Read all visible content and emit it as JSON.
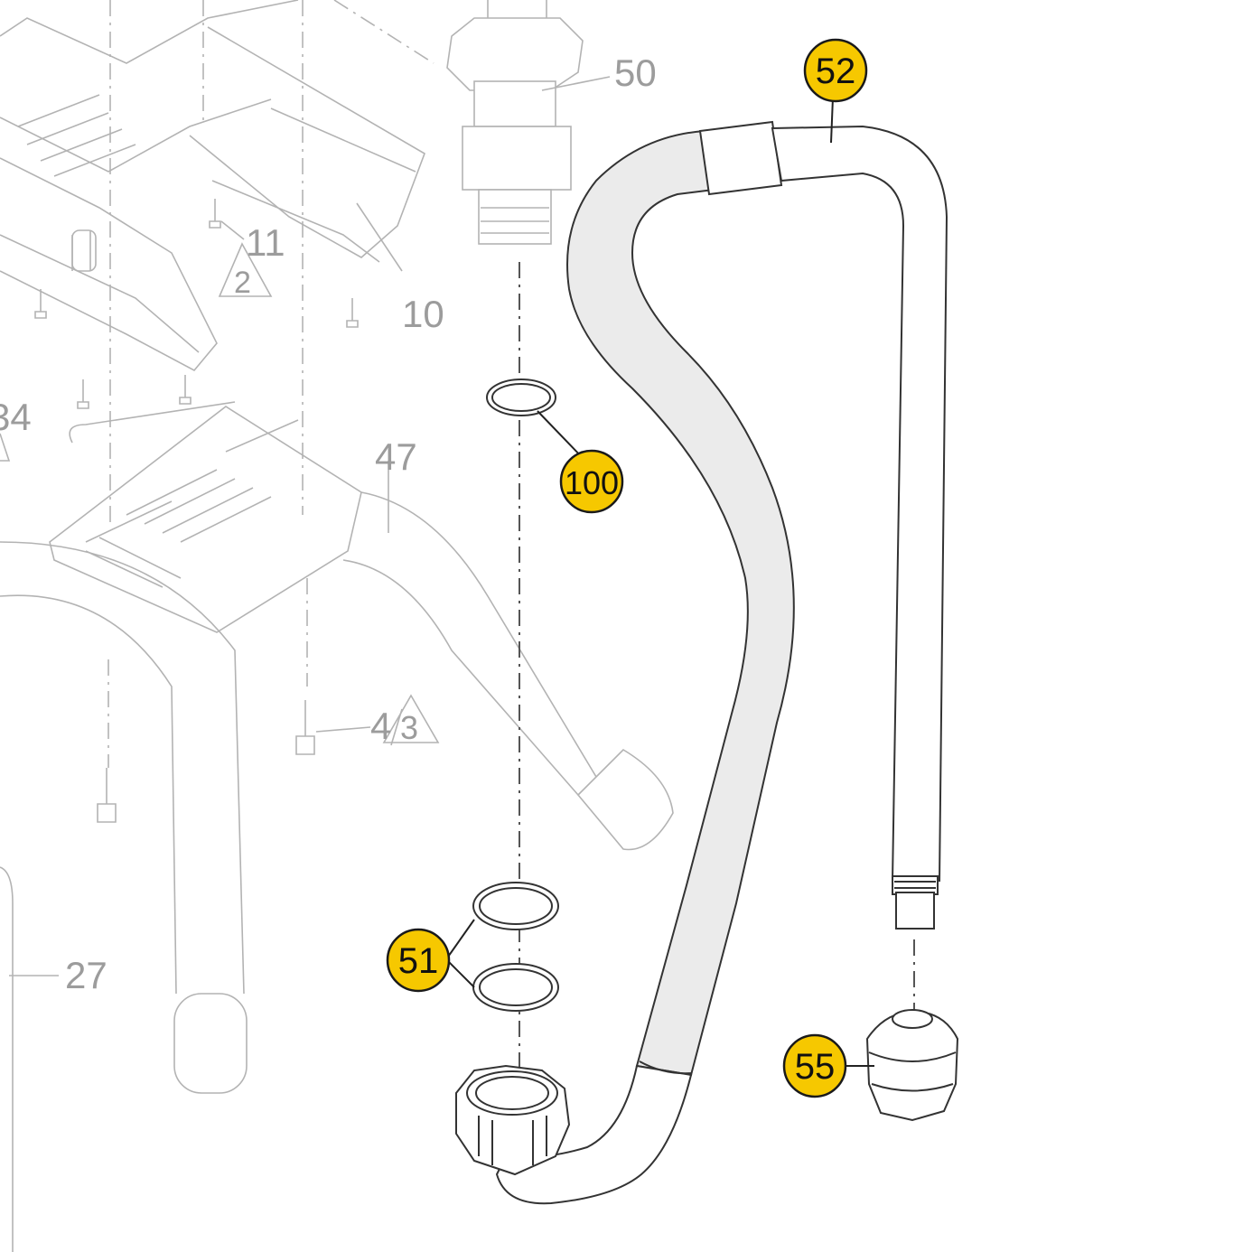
{
  "diagram": {
    "accent_color": "#f6c800",
    "background_labels": {
      "p50": "50",
      "p11": "11",
      "p2": "2",
      "p10": "10",
      "p34": "34",
      "p47": "47",
      "p4": "4",
      "p3": "3",
      "p27": "27"
    },
    "callouts": {
      "c52": "52",
      "c100": "100",
      "c51": "51",
      "c55": "55"
    }
  }
}
